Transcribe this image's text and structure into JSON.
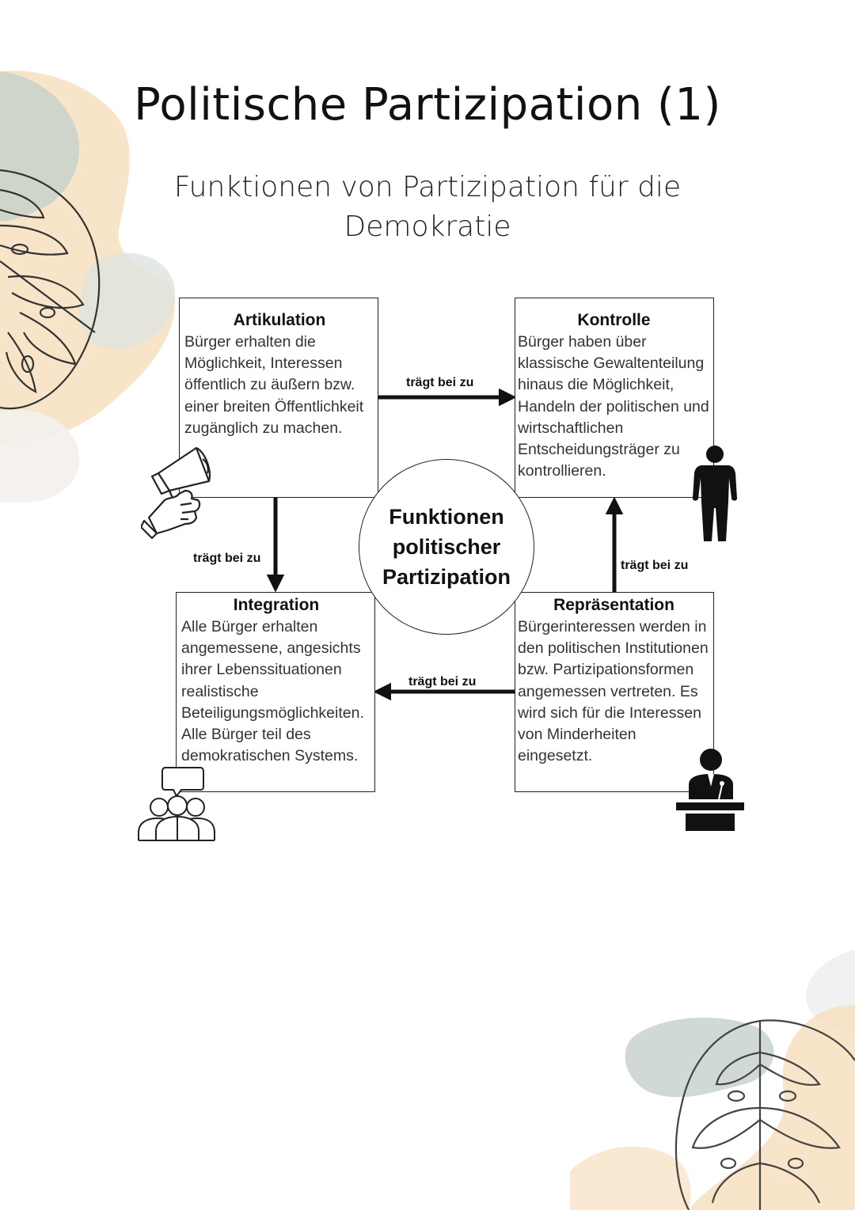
{
  "page": {
    "title": "Politische Partizipation (1)",
    "subtitle": "Funktionen von Partizipation für die Demokratie"
  },
  "diagram": {
    "center": "Funktionen politischer Partizipation",
    "nodes": {
      "artikulation": {
        "title": "Artikulation",
        "text": "Bürger erhalten die Möglichkeit, Interessen öffentlich zu äußern bzw. einer breiten Öffentlichkeit zugänglich zu machen.",
        "icon": "megaphone-hand-icon"
      },
      "kontrolle": {
        "title": "Kontrolle",
        "text": "Bürger haben über klassische Gewaltenteilung hinaus die Möglichkeit, Handeln der politischen und wirtschaftlichen Entscheidungsträger zu kontrollieren.",
        "icon": "standing-person-icon"
      },
      "integration": {
        "title": "Integration",
        "text": "Alle Bürger erhalten angemessene, angesichts ihrer Lebenssituationen realistische Beteiligungsmöglichkeiten. Alle Bürger teil des demokratischen Systems.",
        "icon": "group-speech-icon"
      },
      "repraesentation": {
        "title": "Repräsentation",
        "text": "Bürgerinteressen werden in den politischen Institutionen bzw. Partizipationsformen angemessen vertreten. Es wird sich für die Interessen von Minderheiten eingesetzt.",
        "icon": "speaker-podium-icon"
      }
    },
    "edges": [
      {
        "from": "Artikulation",
        "to": "Kontrolle",
        "label": "trägt bei zu"
      },
      {
        "from": "Artikulation",
        "to": "Integration",
        "label": "trägt bei zu"
      },
      {
        "from": "Repräsentation",
        "to": "Kontrolle",
        "label": "trägt bei zu"
      },
      {
        "from": "Repräsentation",
        "to": "Integration",
        "label": "trägt bei zu"
      }
    ]
  },
  "colors": {
    "leaf_green": "#c9d2cc",
    "leaf_peach": "#f7dfc0",
    "ink": "#111111"
  }
}
